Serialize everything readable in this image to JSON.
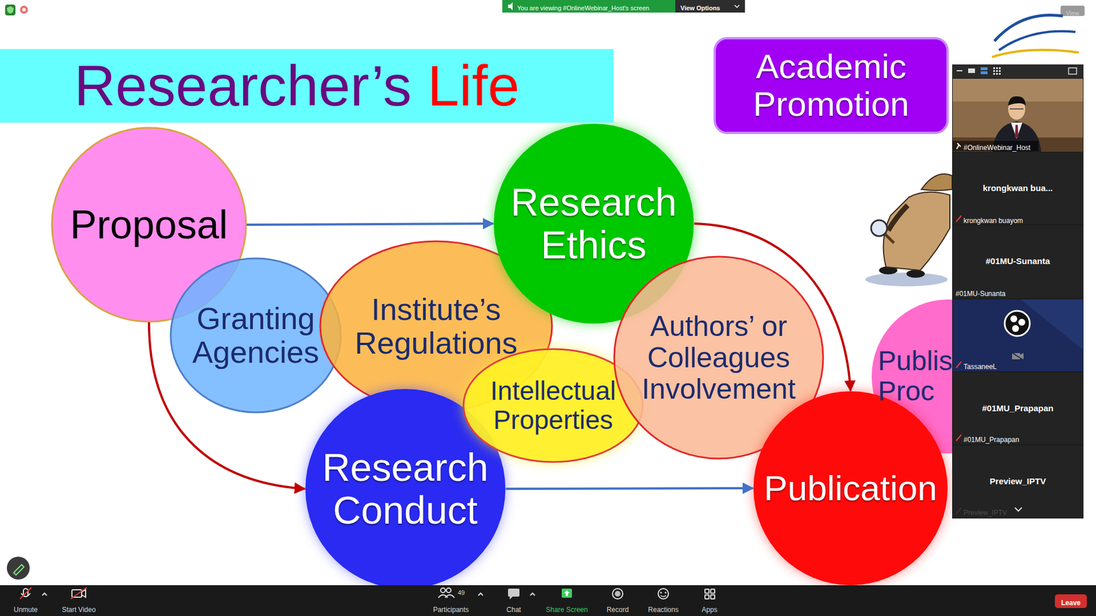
{
  "diagram": {
    "title": "Researcher’s Life",
    "nodes": [
      {
        "text": [
          "Academic Promotion"
        ]
      },
      {
        "text": [
          "Proposal"
        ]
      },
      {
        "text": [
          "Research Ethics"
        ]
      },
      {
        "text": [
          "Granting Agencies"
        ]
      },
      {
        "text": [
          "Institute’s Regulations"
        ]
      },
      {
        "text": [
          "Authors’ or Colleagues Involvement"
        ]
      },
      {
        "text": [
          "Intellectual Properties"
        ]
      },
      {
        "text": [
          "Research Conduct"
        ]
      },
      {
        "text": [
          "Publication"
        ]
      },
      {
        "text": [
          "Publis Proc"
        ]
      }
    ],
    "edges": [
      {
        "from": 1,
        "to": 2,
        "arrow": "to"
      },
      {
        "from": 1,
        "to": 7,
        "arrow": "to"
      },
      {
        "from": 2,
        "to": 8,
        "arrow": "to"
      },
      {
        "from": 7,
        "to": 8,
        "arrow": "to"
      }
    ],
    "labels": [
      "You are viewing #OnlineWebinar_Host's screen",
      "View Options",
      "View",
      "#OnlineWebinar_Host",
      "krongkwan bua...",
      "krongkwan buayom",
      "#01MU-Sunanta",
      "#01MU-Sunanta",
      "TassaneeL",
      "#01MU_Prapapan",
      "#01MU_Prapapan",
      "Preview_IPTV",
      "Preview_IPTV",
      "Unmute",
      "Start Video",
      "49",
      "Participants",
      "Chat",
      "Share Screen",
      "Record",
      "Reactions",
      "Apps",
      "Leave"
    ]
  }
}
